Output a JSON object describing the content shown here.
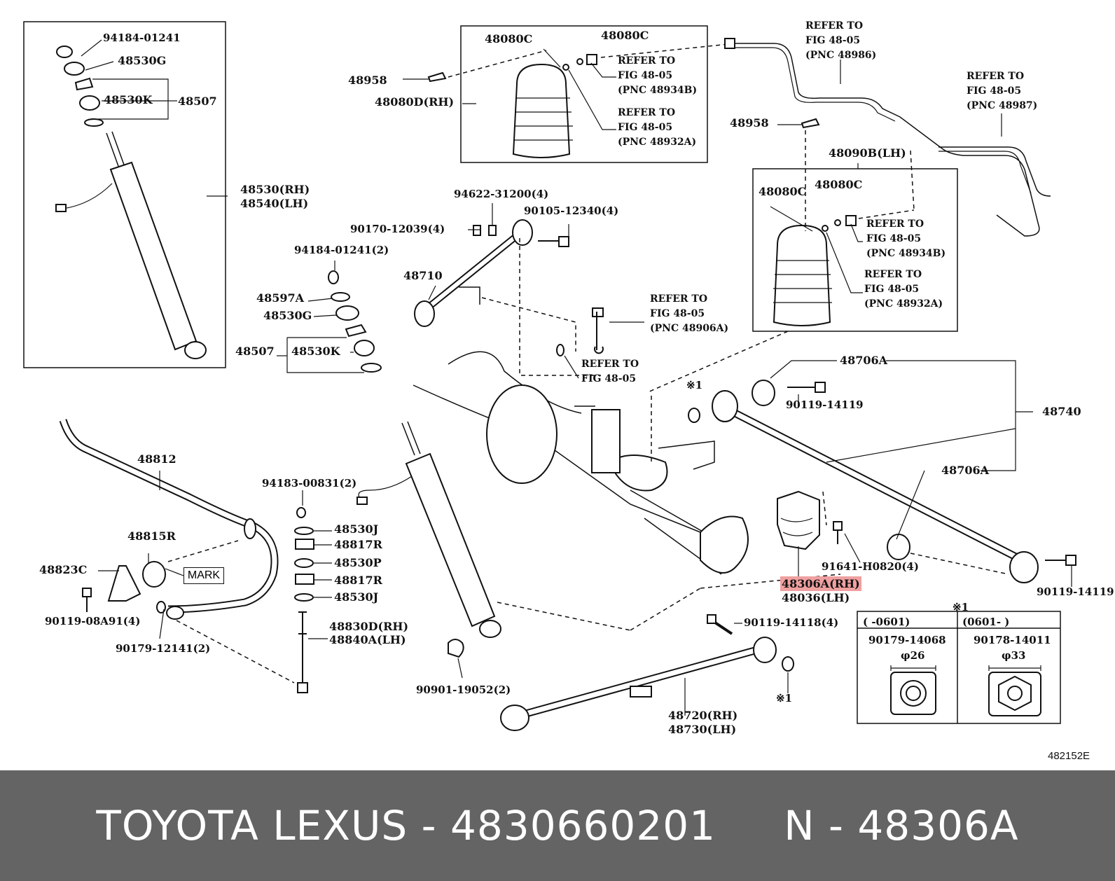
{
  "callouts": {
    "c94184_01241": "94184-01241",
    "c48530G_a": "48530G",
    "c48530K_a": "48530K",
    "c48507_a": "48507",
    "c48530_rh": "48530(RH)",
    "c48540_lh": "48540(LH)",
    "c48080C_1": "48080C",
    "c48080C_2": "48080C",
    "c48958_a": "48958",
    "c48080D": "48080D(RH)",
    "ref_48934B_a": [
      "REFER TO",
      "FIG 48-05",
      "(PNC 48934B)"
    ],
    "ref_48932A_a": [
      "REFER TO",
      "FIG 48-05",
      "(PNC 48932A)"
    ],
    "ref_48986": [
      "REFER TO",
      "FIG 48-05",
      "(PNC 48986)"
    ],
    "ref_48987": [
      "REFER TO",
      "FIG 48-05",
      "(PNC 48987)"
    ],
    "c48958_b": "48958",
    "c48090B": "48090B(LH)",
    "c48080C_3": "48080C",
    "c48080C_4": "48080C",
    "ref_48934B_b": [
      "REFER TO",
      "FIG 48-05",
      "(PNC 48934B)"
    ],
    "ref_48932A_b": [
      "REFER TO",
      "FIG 48-05",
      "(PNC 48932A)"
    ],
    "c94622": "94622-31200(4)",
    "c90170": "90170-12039(4)",
    "c90105": "90105-12340(4)",
    "c94184_2": "94184-01241(2)",
    "c48710": "48710",
    "c48597A": "48597A",
    "c48530G_b": "48530G",
    "c48507_b": "48507",
    "c48530K_b": "48530K",
    "ref_48906A": [
      "REFER TO",
      "FIG 48-05",
      "(PNC 48906A)"
    ],
    "ref_plain": [
      "REFER TO",
      "FIG 48-05"
    ],
    "c48706A_1": "48706A",
    "c90119_14119_a": "90119-14119",
    "c48740": "48740",
    "star1_a": "※1",
    "c48706A_2": "48706A",
    "c48812": "48812",
    "c94183": "94183-00831(2)",
    "c48530J_1": "48530J",
    "c48817R_1": "48817R",
    "c48530P": "48530P",
    "c48817R_2": "48817R",
    "c48530J_2": "48530J",
    "c48815R": "48815R",
    "mark": "MARK",
    "c48823C": "48823C",
    "c90119_08A91": "90119-08A91(4)",
    "c90179_12141": "90179-12141(2)",
    "c48830D": "48830D(RH)",
    "c48840A": "48840A(LH)",
    "c91641": "91641-H0820(4)",
    "c48306A": "48306A(RH)",
    "c48036": "48036(LH)",
    "c90119_14119_b": "90119-14119",
    "c90119_14118": "90119-14118(4)",
    "star1_b": "※1",
    "c90901": "90901-19052(2)",
    "c48720": "48720(RH)",
    "c48730": "48730(LH)",
    "star1_c": "※1"
  },
  "nut_table": {
    "col1_range": "(      -0601)",
    "col2_range": "(0601-      )",
    "col1_part": "90179-14068",
    "col2_part": "90178-14011",
    "col1_dia": "φ26",
    "col2_dia": "φ33"
  },
  "diagram_code": "482152E",
  "footer": {
    "left": "TOYOTA LEXUS - 4830660201",
    "right": "N - 48306A"
  },
  "colors": {
    "highlight": "#f0a0a0",
    "footer_bg": "#646464"
  }
}
